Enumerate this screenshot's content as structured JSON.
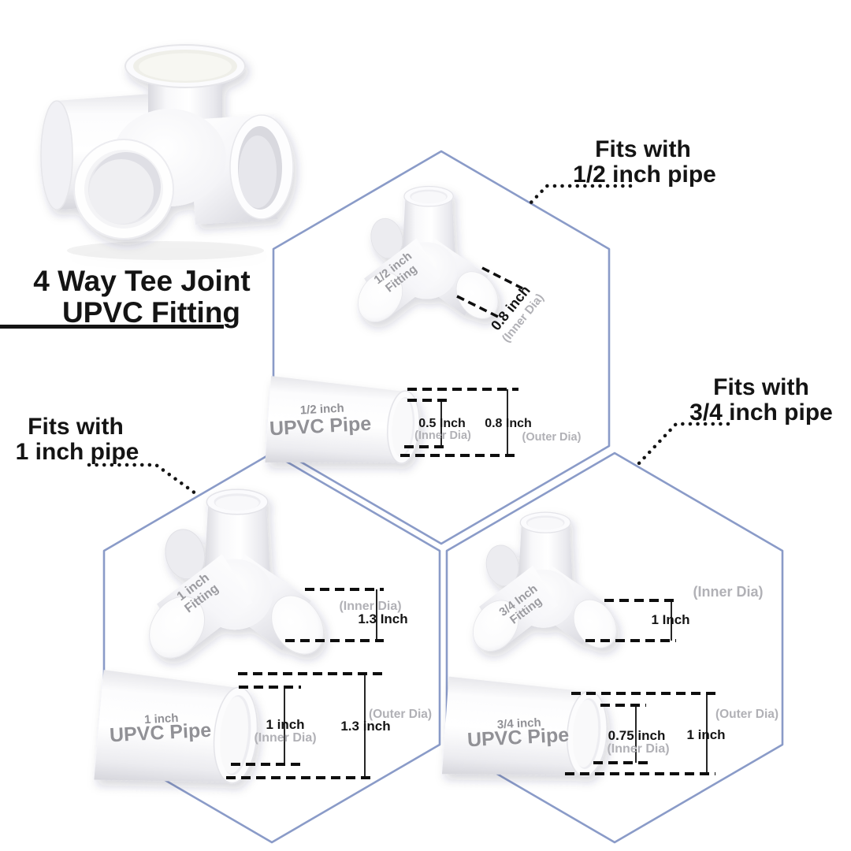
{
  "title": {
    "line1": "4 Way Tee Joint",
    "line2": "UPVC Fitting"
  },
  "colors": {
    "background": "#ffffff",
    "hexagon_border": "#8a9bc8",
    "text_primary": "#141414",
    "text_pipe_gray": "#919196",
    "text_dia_gray": "#b1b1b6",
    "fitting_label_gray": "#9b9ba0"
  },
  "sections": [
    {
      "id": "half-inch",
      "callout": {
        "line1": "Fits with",
        "line2": "1/2 inch pipe"
      },
      "fitting": {
        "label_line1": "1/2 inch",
        "label_line2": "Fitting",
        "inner_dia_value": "0.8 inch",
        "inner_dia_label": "(Inner Dia)"
      },
      "pipe": {
        "size_label": "1/2 inch",
        "name": "UPVC Pipe",
        "inner_dia_value": "0.5 Inch",
        "inner_dia_label": "(Inner Dia)",
        "outer_dia_value": "0.8 Inch",
        "outer_dia_label": "(Outer Dia)"
      }
    },
    {
      "id": "one-inch",
      "callout": {
        "line1": "Fits with",
        "line2": "1 inch pipe"
      },
      "fitting": {
        "label_line1": "1 inch",
        "label_line2": "Fitting",
        "inner_dia_value": "1.3 Inch",
        "inner_dia_label": "(Inner Dia)"
      },
      "pipe": {
        "size_label": "1 inch",
        "name": "UPVC Pipe",
        "inner_dia_value": "1 inch",
        "inner_dia_label": "(Inner Dia)",
        "outer_dia_value": "1.3 inch",
        "outer_dia_label": "(Outer Dia)"
      }
    },
    {
      "id": "three-quarter-inch",
      "callout": {
        "line1": "Fits with",
        "line2": "3/4 inch pipe"
      },
      "fitting": {
        "label_line1": "3/4 Inch",
        "label_line2": "Fitting",
        "inner_dia_value": "1 Inch",
        "inner_dia_label": "(Inner Dia)"
      },
      "pipe": {
        "size_label": "3/4 inch",
        "name": "UPVC Pipe",
        "inner_dia_value": "0.75 inch",
        "inner_dia_label": "(Inner Dia)",
        "outer_dia_value": "1 inch",
        "outer_dia_label": "(Outer Dia)"
      }
    }
  ]
}
